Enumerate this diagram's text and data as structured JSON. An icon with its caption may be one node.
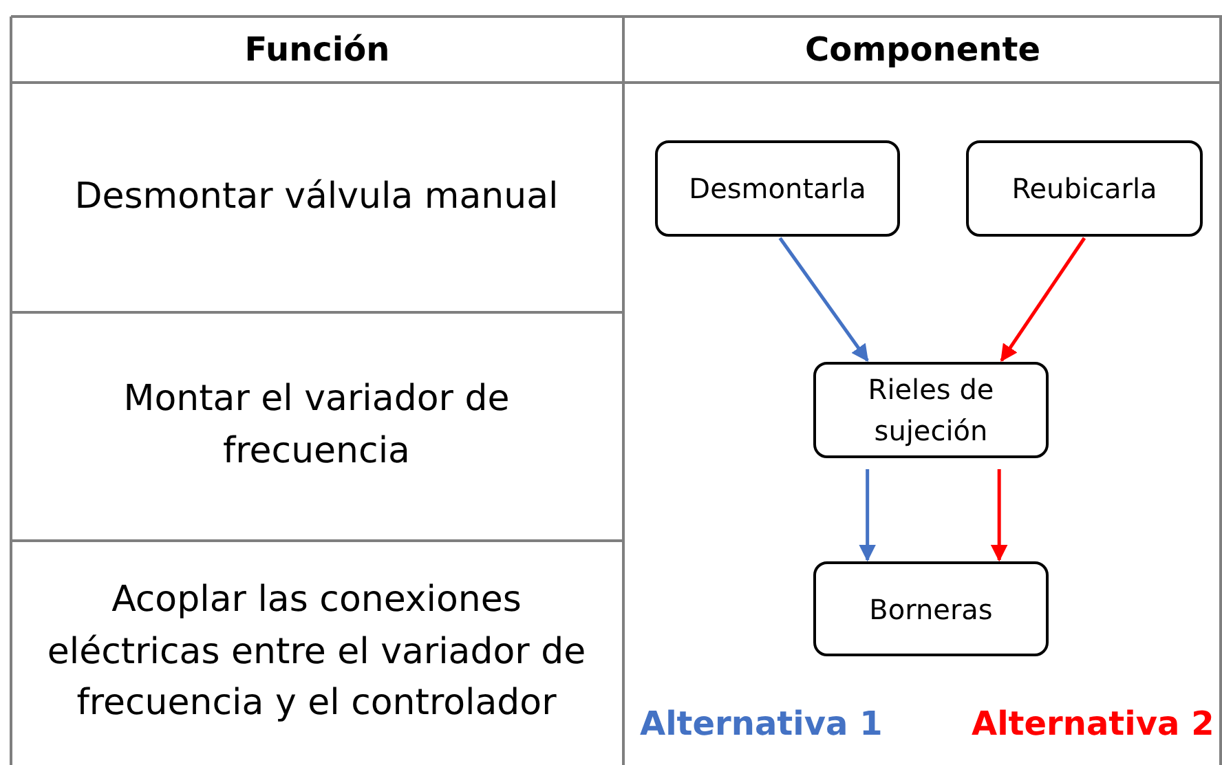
{
  "diagram": {
    "nodes": [
      {
        "text": [
          "Desmontarla"
        ]
      },
      {
        "text": [
          "Reubicarla"
        ]
      },
      {
        "text": [
          "Rieles de sujeción"
        ]
      },
      {
        "text": [
          "Borneras"
        ]
      }
    ],
    "edges": [
      {
        "from": 0,
        "to": 2,
        "arrow": "to",
        "color": "#4472c4"
      },
      {
        "from": 1,
        "to": 2,
        "arrow": "to",
        "color": "#ff0000"
      },
      {
        "from": 2,
        "to": 3,
        "arrow": "to",
        "color": "#4472c4"
      },
      {
        "from": 2,
        "to": 3,
        "arrow": "to",
        "color": "#ff0000"
      }
    ],
    "labels": [
      "Función",
      "Componente",
      "Desmontar válvula manual",
      "Montar el variador de frecuencia",
      "Acoplar las conexiones eléctricas entre el variador de frecuencia y el controlador"
    ],
    "legend": [
      {
        "text": "Alternativa 1",
        "color": "#4472c4"
      },
      {
        "text": "Alternativa 2",
        "color": "#ff0000"
      }
    ]
  }
}
